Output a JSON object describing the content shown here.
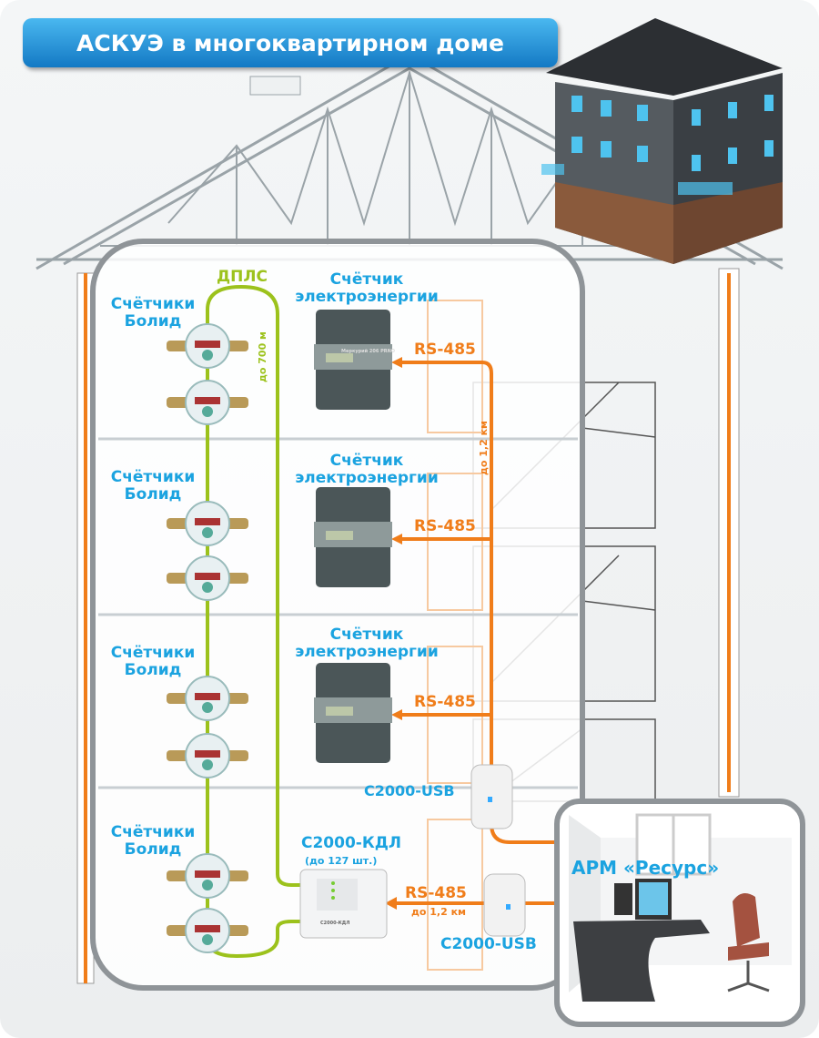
{
  "title": "АСКУЭ в многоквартирном доме",
  "dpls": {
    "label": "ДПЛС",
    "distance": "до 700 м"
  },
  "floors": [
    {
      "water_label": "Счётчики Болид",
      "electric_label": "Счётчик электроэнергии",
      "bus_label": "RS-485"
    },
    {
      "water_label": "Счётчики Болид",
      "electric_label": "Счётчик электроэнергии",
      "bus_label": "RS-485"
    },
    {
      "water_label": "Счётчики Болид",
      "electric_label": "Счётчик электроэнергии",
      "bus_label": "RS-485"
    },
    {
      "water_label": "Счётчики Болид"
    }
  ],
  "rs485_vertical_distance": "до 1,2 км",
  "electric_meter_model": "Меркурий 206 PRNO",
  "usb_upper": {
    "label": "С2000-USB"
  },
  "kdl": {
    "label": "С2000-КДЛ",
    "note": "(до 127 шт.)",
    "device_text": "С2000-КДЛ"
  },
  "bottom_link": {
    "label": "RS-485",
    "distance": "до 1,2 км"
  },
  "usb_lower": {
    "label": "С2000-USB"
  },
  "arm": {
    "label": "АРМ «Ресурс»"
  },
  "colors": {
    "dpls": "#9cc21c",
    "rs485": "#f07d1a",
    "labels": "#1ba3e0",
    "title": "#1b8fd6"
  }
}
